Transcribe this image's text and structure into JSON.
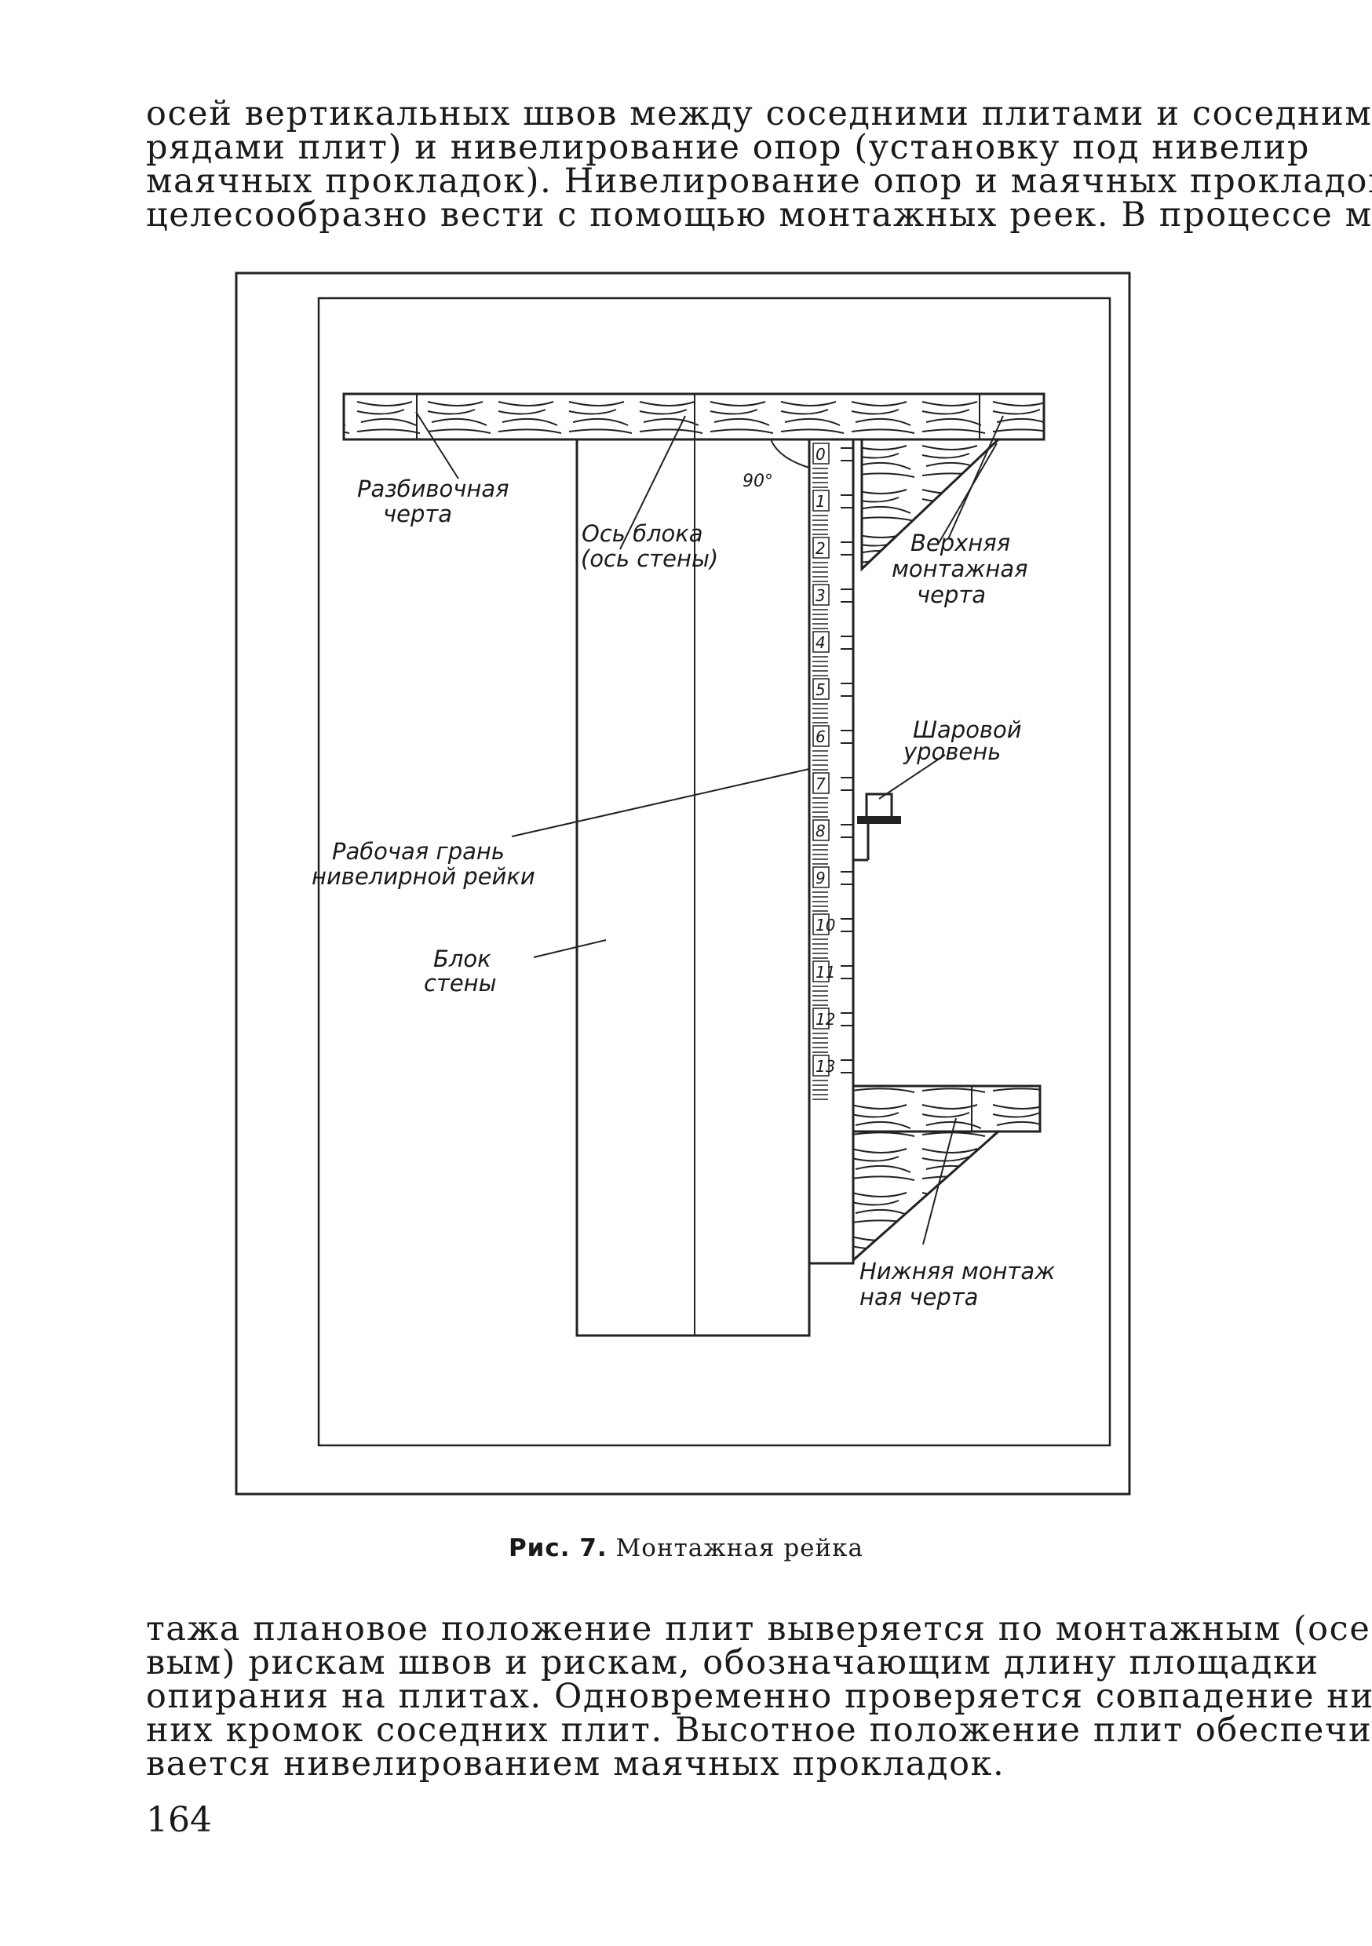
{
  "text": {
    "top_lines": [
      "осей вертикальных швов между соседними плитами и соседними",
      "рядами плит) и нивелирование опор (установку под нивелир",
      "маячных прокладок). Нивелирование опор и маячных прокладок",
      "целесообразно вести с помощью монтажных реек. В процессе мон-"
    ],
    "bottom_lines": [
      "тажа плановое положение плит выверяется по монтажным (осе-",
      "вым) рискам швов и рискам, обозначающим длину площадки",
      "опирания на плитах. Одновременно проверяется совпадение ниж-",
      "них кромок соседних плит. Высотное положение плит обеспечи-",
      "вается нивелированием маячных прокладок."
    ],
    "page_number": "164"
  },
  "figure": {
    "caption_label": "Рис. 7.",
    "caption_text": "Монтажная рейка",
    "labels": {
      "razbivochnaya_1": "Разбивочная",
      "razbivochnaya_2": "черта",
      "os_bloka_1": "Ось блока",
      "os_bloka_2": "(ось стены)",
      "angle": "90°",
      "verkhnyaya_1": "Верхняя",
      "verkhnyaya_2": "монтажная",
      "verkhnyaya_3": "черта",
      "sharovoy_1": "Шаровой",
      "sharovoy_2": "уровень",
      "rabochaya_1": "Рабочая грань",
      "rabochaya_2": "нивелирной рейки",
      "blok_1": "Блок",
      "blok_2": "стены",
      "nizhnyaya_1": "Нижняя монтаж",
      "nizhnyaya_2": "ная черта"
    },
    "scale_numbers": [
      "0",
      "1",
      "2",
      "3",
      "4",
      "5",
      "6",
      "7",
      "8",
      "9",
      "10",
      "11",
      "12",
      "13"
    ]
  }
}
